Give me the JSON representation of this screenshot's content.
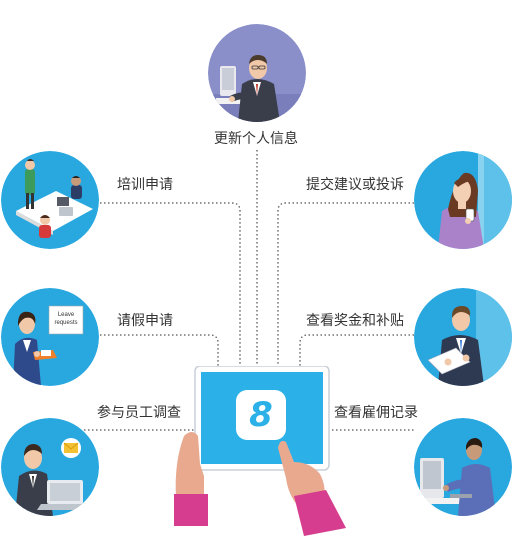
{
  "labels": {
    "update_info": "更新个人信息",
    "training": "培训申请",
    "suggestion": "提交建议或投诉",
    "leave": "请假申请",
    "bonus": "查看奖金和补贴",
    "survey": "参与员工调查",
    "employment": "查看雇佣记录"
  },
  "leave_doc": {
    "line1": "Leave",
    "line2": "requests"
  },
  "app_icon": {
    "glyph": "8"
  },
  "colors": {
    "circle_blue": "#29a8e0",
    "circle_purple": "#8a8fc9",
    "tablet_blue": "#2bb0e8",
    "connector": "#555555",
    "sleeve": "#d63d8e"
  }
}
